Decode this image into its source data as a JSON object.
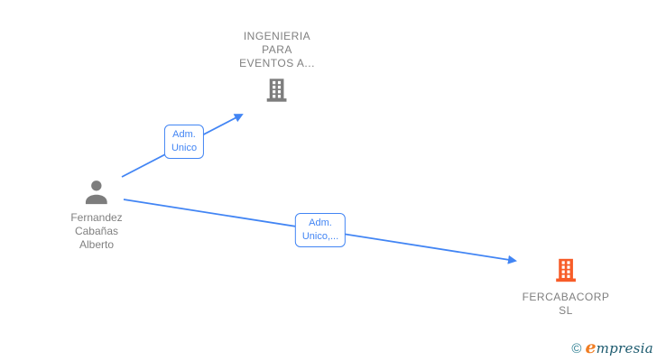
{
  "nodes": {
    "person": {
      "label": "Fernandez\nCabañas\nAlberto"
    },
    "company_top": {
      "label": "INGENIERIA\nPARA\nEVENTOS A..."
    },
    "company_right": {
      "label": "FERCABACORP\nSL"
    }
  },
  "edges": {
    "to_company_top": {
      "label": "Adm.\nUnico"
    },
    "to_company_right": {
      "label": "Adm.\nUnico,..."
    }
  },
  "colors": {
    "edge_blue": "#4285f4",
    "node_gray": "#7d7d7d",
    "label_gray": "#808080",
    "company_right_orange": "#f75c28",
    "brand_teal": "#1c5a6e",
    "brand_orange": "#f07d23"
  },
  "footer": {
    "copyright_symbol": "©",
    "brand_first_letter": "e",
    "brand_rest": "mpresia"
  }
}
